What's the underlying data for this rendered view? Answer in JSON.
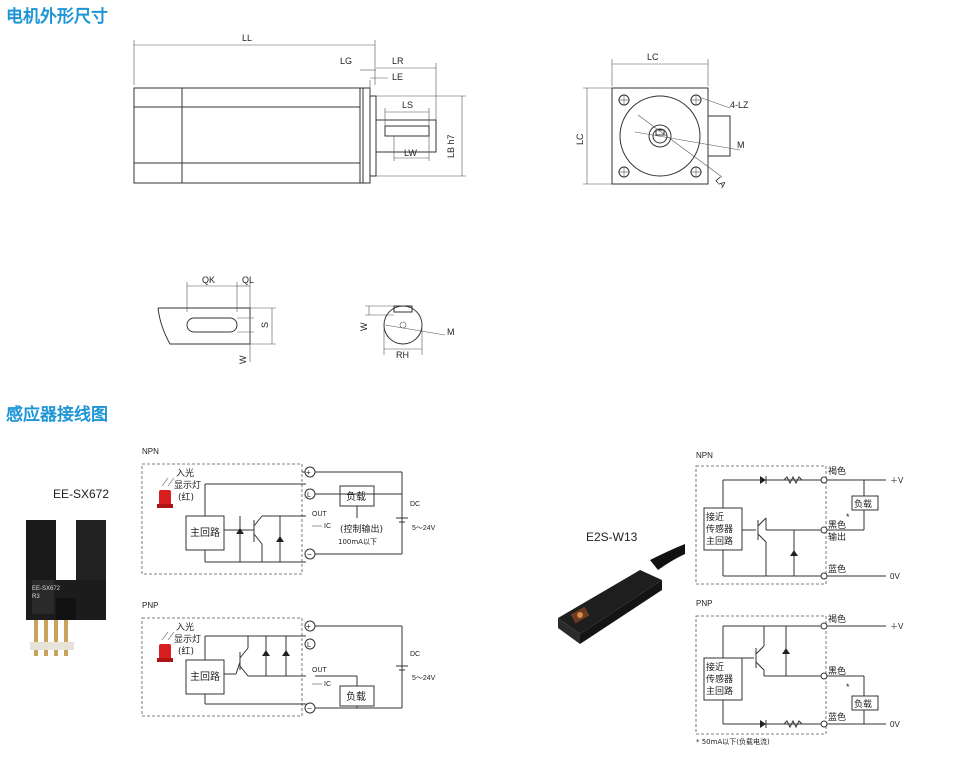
{
  "sections": {
    "dimensions_title": "电机外形尺寸",
    "wiring_title": "感应器接线图"
  },
  "dim": {
    "LL": "LL",
    "LG": "LG",
    "LR": "LR",
    "LE": "LE",
    "LS": "LS",
    "LW": "LW",
    "LB": "LB h7",
    "LC_top": "LC",
    "LC_side": "LC",
    "LZ": "4-LZ",
    "M": "M",
    "LA": "LA",
    "QK": "QK",
    "QL": "QL",
    "S": "S",
    "W": "W",
    "W2": "W",
    "RH": "RH",
    "M2": "M"
  },
  "sensor1": {
    "model": "EE-SX672",
    "body_print_1": "EE-SX672",
    "body_print_2": "R3",
    "npn": {
      "title": "NPN",
      "led_label": "入光\n显示灯\n(红)",
      "main_circuit": "主回路",
      "load": "负载",
      "out": "OUT",
      "ic": "IC",
      "control_output": "(控制输出)",
      "current": "100mA以下",
      "dc": "DC",
      "voltage": "5～24V",
      "plus": "+",
      "L": "L",
      "minus": "−"
    },
    "pnp": {
      "title": "PNP",
      "led_label": "入光\n显示灯\n(红)",
      "main_circuit": "主回路",
      "load": "负载",
      "out": "OUT",
      "ic": "IC",
      "dc": "DC",
      "voltage": "5～24V",
      "plus": "+",
      "L": "L",
      "minus": "−"
    }
  },
  "sensor2": {
    "model": "E2S-W13",
    "npn": {
      "title": "NPN",
      "brown": "褐色",
      "black": "黑色",
      "output": "输出",
      "blue": "蓝色",
      "load": "负载",
      "plusv": "＋V",
      "zero": "0V",
      "proximity": "接近\n传感器\n主回路",
      "star": "*"
    },
    "pnp": {
      "title": "PNP",
      "brown": "褐色",
      "black": "黑色",
      "blue": "蓝色",
      "load": "负载",
      "plusv": "＋V",
      "zero": "0V",
      "proximity": "接近\n传感器\n主回路",
      "star": "*"
    },
    "footnote": "* 50mA以下(负载电流)"
  }
}
